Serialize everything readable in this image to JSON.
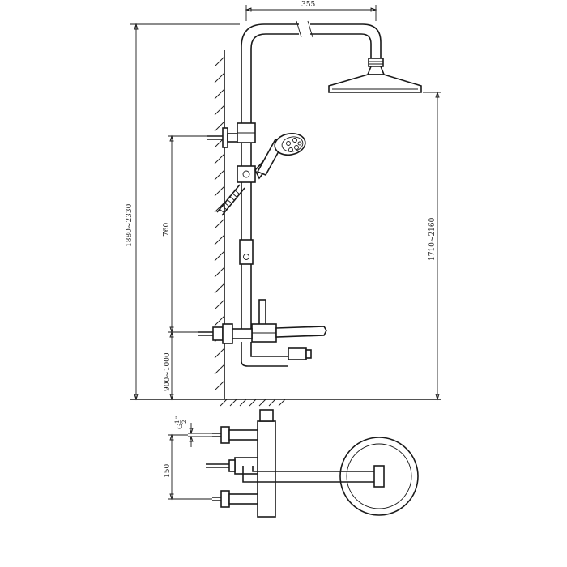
{
  "dimensions": {
    "width_arm": "355",
    "total_height": "1880~2330",
    "shower_height": "1710~2160",
    "mixer_height": "900~1000",
    "rail_spacing": "760",
    "inlet_spacing": "150",
    "thread": "G1/2\""
  },
  "thread_parts": {
    "g": "G",
    "frac_top": "1",
    "frac_bot": "2",
    "mark": "\""
  }
}
